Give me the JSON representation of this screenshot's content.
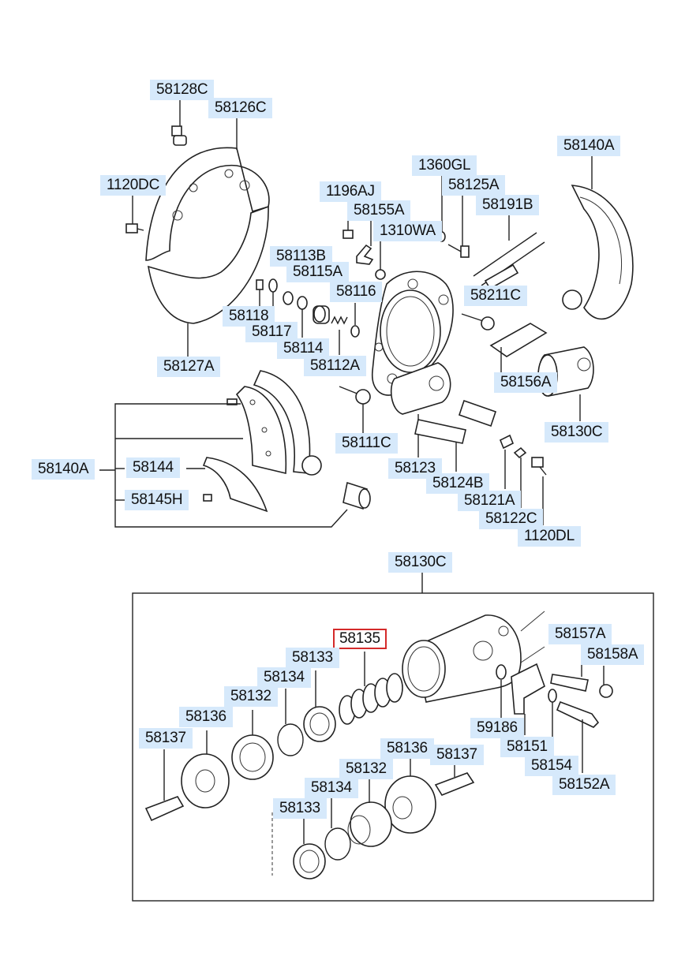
{
  "diagram": {
    "highlight": "58135",
    "colors": {
      "label_bg": "#d6e9fb",
      "highlight_border": "#d42a2a",
      "line": "#222222"
    },
    "labels": {
      "l_58128C": "58128C",
      "l_58126C": "58126C",
      "l_1120DC": "1120DC",
      "l_58127A": "58127A",
      "l_1196AJ": "1196AJ",
      "l_58155A": "58155A",
      "l_1310WA": "1310WA",
      "l_1360GL": "1360GL",
      "l_58125A": "58125A",
      "l_58191B": "58191B",
      "l_58140A_top": "58140A",
      "l_58113B": "58113B",
      "l_58115A": "58115A",
      "l_58116": "58116",
      "l_58118": "58118",
      "l_58117": "58117",
      "l_58114": "58114",
      "l_58112A": "58112A",
      "l_58211C": "58211C",
      "l_58156A": "58156A",
      "l_58130C_top": "58130C",
      "l_58111C": "58111C",
      "l_58123": "58123",
      "l_58124B": "58124B",
      "l_58121A": "58121A",
      "l_58122C": "58122C",
      "l_1120DL": "1120DL",
      "l_58140A_left": "58140A",
      "l_58144": "58144",
      "l_58145H": "58145H",
      "l_58130C_box": "58130C",
      "l_58135": "58135",
      "l_58133_a": "58133",
      "l_58134_a": "58134",
      "l_58132_a": "58132",
      "l_58136_a": "58136",
      "l_58137_a": "58137",
      "l_58157A": "58157A",
      "l_58158A": "58158A",
      "l_59186": "59186",
      "l_58151": "58151",
      "l_58154": "58154",
      "l_58152A": "58152A",
      "l_58136_b": "58136",
      "l_58137_b": "58137",
      "l_58132_b": "58132",
      "l_58134_b": "58134",
      "l_58133_b": "58133"
    }
  }
}
